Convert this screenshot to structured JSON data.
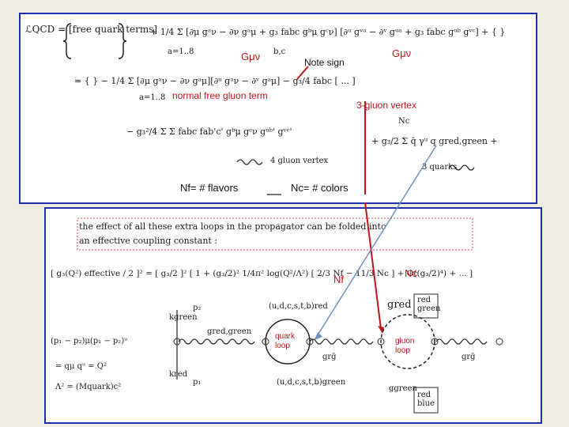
{
  "top": {
    "lqcd": "ℒQCD = [free quark terms]",
    "sum1": "+ 1/4 Σ [∂μ gᵃν − ∂ν gᵃμ + g₃ fabc gᵇμ gᶜν] [∂ᵘ gᵛᵃ − ∂ᵛ gᵘᵃ + g₃ fabc gᵘᵇ gᵛᶜ] + { }",
    "a_range1": "a=1..8",
    "bc1": "b,c",
    "g_munu_left": "Gμν",
    "note_sign": "Note sign",
    "g_munu_right": "Gμν",
    "row2": "= { } − 1/4 Σ [∂μ gᵃν − ∂ν gᵃμ][∂ᵘ gᵃν − ∂ᵛ gᵃμ] − g₃/4 fabc [ ... ]",
    "a_range2": "a=1..8",
    "normal_free_gluon": "normal free gluon term",
    "three_gluon": "3-gluon vertex",
    "row3": "− g₃²/4 Σ Σ fabc fab'c' gᵇμ gᶜν gᵘᵇ' gᵛᶜ'",
    "row3_right": "+ g₃/2 Σ q̄ γᵘ q gred,green +",
    "four_gluon": "4 gluon vertex",
    "nc_symbol": "Nc",
    "three_quarks": "3 quarks"
  },
  "labels": {
    "nf_flavors": "Nf= # flavors",
    "nc_colors": "Nc= # colors"
  },
  "bottom": {
    "caption1": "the effect of all these extra loops in the propagator can be folded into",
    "caption2": "an effective coupling constant :",
    "formula": "[ g₃(Q²) effective / 2 ]² = [ g₃/2 ]² [ 1 + (g₃/2)² 1/4π² log(Q²/Λ²) [ 2/3 Nf − 11/3 Nc ] + O((g₃/2)⁴) + ... ]",
    "nf": "Nf",
    "nc": "Nc",
    "quark_loop": "quark loop",
    "gluon_loop": "gluon loop",
    "green_label": "kgreen",
    "red_label": "kred",
    "p2": "p₂",
    "p1": "p₁",
    "g_red_green": "gred,green",
    "g_red": "gred",
    "g_rg": "grḡ",
    "g_green": "ggreen",
    "quarks_top": "(u,d,c,s,t,b)red",
    "quarks_bottom": "(u,d,c,s,t,b)green",
    "red_anti": "red green",
    "red_blue": "red blue",
    "left1": "(p₁ − p₂)μ(p₁ − p₂)ᵘ",
    "left2": "= qμ qᵘ = Q²",
    "left3": "Λ² = (Mquark)c²"
  }
}
